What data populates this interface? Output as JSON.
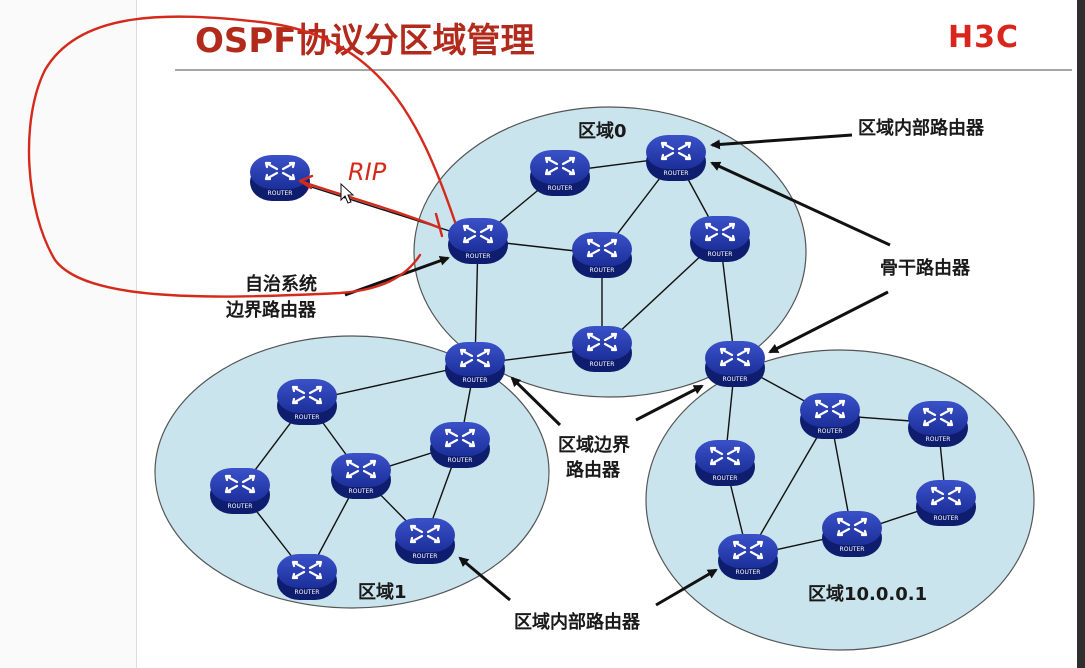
{
  "slide": {
    "title": "OSPF协议分区域管理",
    "logo": "H3C"
  },
  "areas": [
    {
      "id": "area0",
      "label": "区域0"
    },
    {
      "id": "area1",
      "label": "区域1"
    },
    {
      "id": "area10",
      "label": "区域10.0.0.1"
    }
  ],
  "router_label": "ROUTER",
  "callouts": {
    "internal_router_top": "区域内部路由器",
    "backbone_router": "骨干路由器",
    "asbr_line1": "自治系统",
    "asbr_line2": "边界路由器",
    "abr_line1": "区域边界",
    "abr_line2": "路由器",
    "internal_router_bottom": "区域内部路由器"
  },
  "annotation": {
    "handwritten": "RIP",
    "ink_color": "#d42a1c"
  },
  "colors": {
    "title": "#b22a1b",
    "logo": "#d9251c",
    "area_fill": "#c9e4ec",
    "router_body": "#1c2f9a"
  }
}
